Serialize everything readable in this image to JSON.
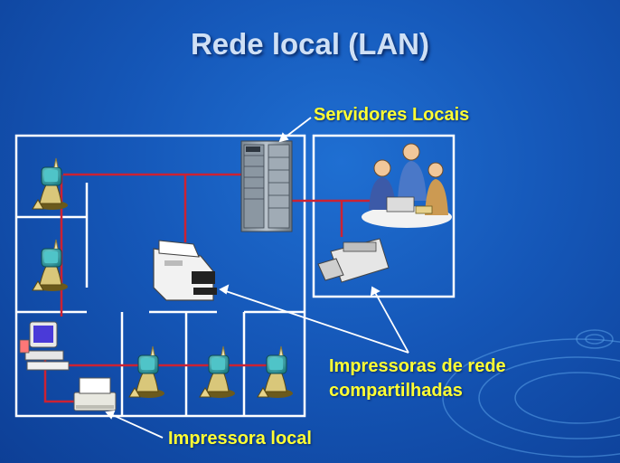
{
  "slide": {
    "title": "Rede local (LAN)",
    "labels": {
      "servers": "Servidores Locais",
      "shared_printers_line1": "Impressoras de rede",
      "shared_printers_line2": "compartilhadas",
      "local_printer": "Impressora local"
    }
  },
  "colors": {
    "background": "#1557b8",
    "label_text": "#ffff33",
    "title_text": "#cfe0f5",
    "network_cable": "#cc2233",
    "room_walls": "#ffffff"
  }
}
